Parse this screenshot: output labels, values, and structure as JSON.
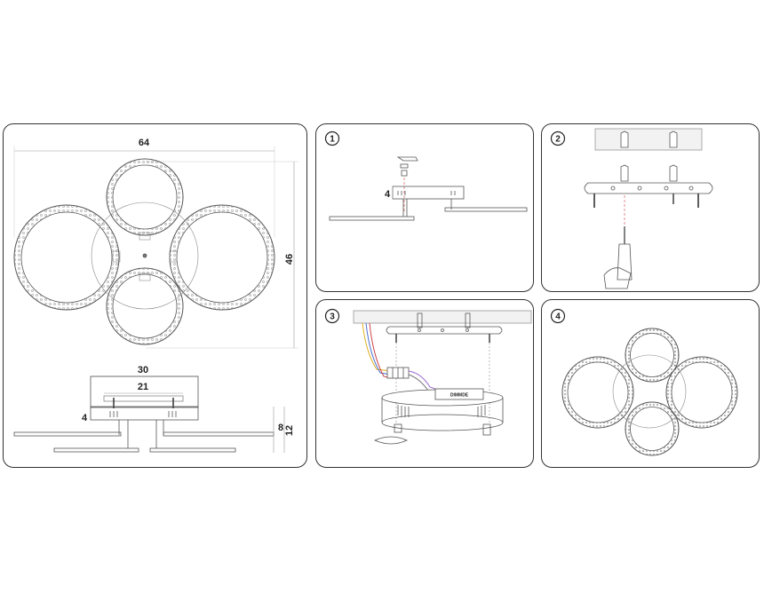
{
  "dimensions": {
    "width": "64",
    "height": "46",
    "base_width": "30",
    "mount_width": "21",
    "base_height": "4",
    "body_height": "8",
    "total_height": "12"
  },
  "steps": [
    {
      "number": "1",
      "dimension": "4"
    },
    {
      "number": "2"
    },
    {
      "number": "3",
      "driver_label": "DIMMDE"
    },
    {
      "number": "4"
    }
  ]
}
